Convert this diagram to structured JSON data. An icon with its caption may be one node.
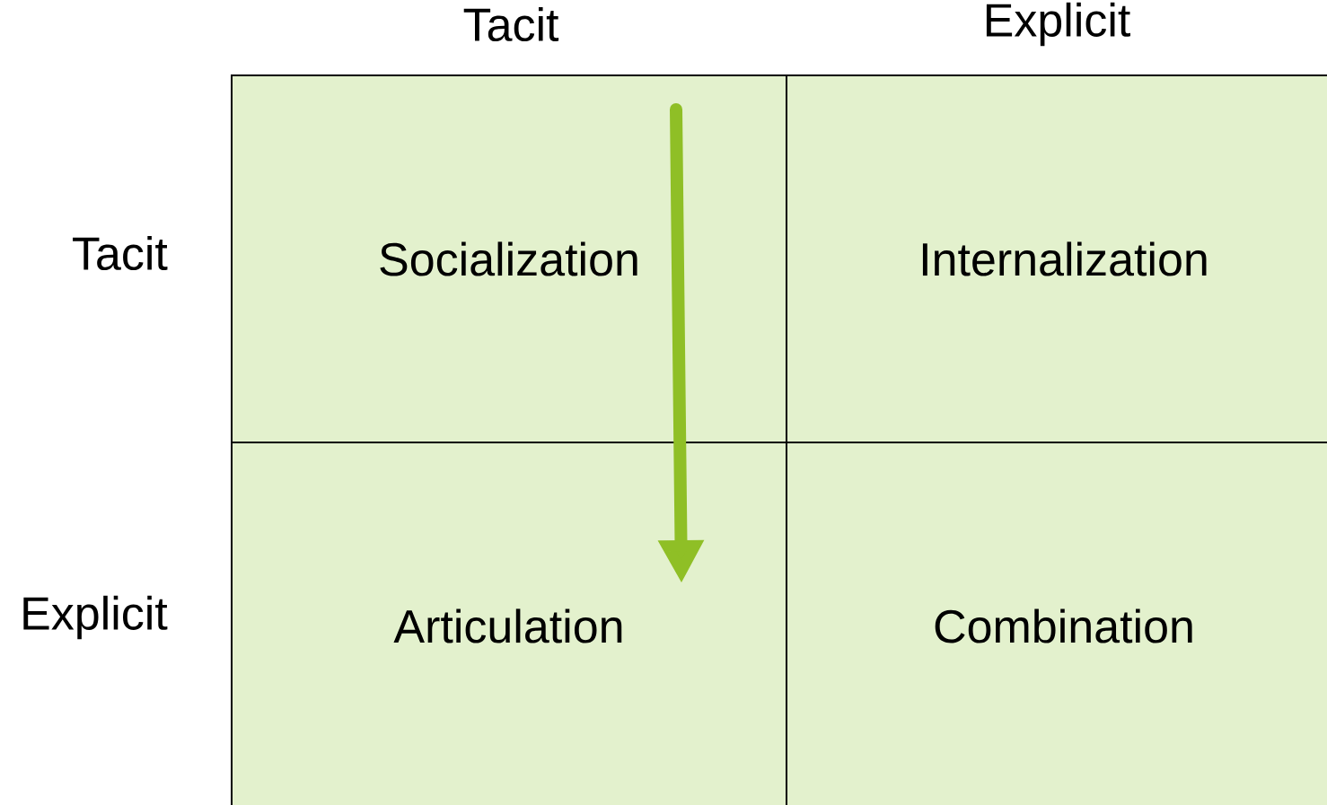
{
  "diagram": {
    "nodes": [
      {
        "text": [
          "Socialization"
        ]
      },
      {
        "text": [
          "Internalization"
        ]
      },
      {
        "text": [
          "Articulation"
        ]
      },
      {
        "text": [
          "Combination"
        ]
      }
    ],
    "edges": [
      {
        "from": 0,
        "to": 2,
        "arrow": "to",
        "color": "#8fbf26"
      }
    ],
    "labels": [
      "Tacit",
      "Explicit",
      "Tacit",
      "Explicit"
    ]
  }
}
